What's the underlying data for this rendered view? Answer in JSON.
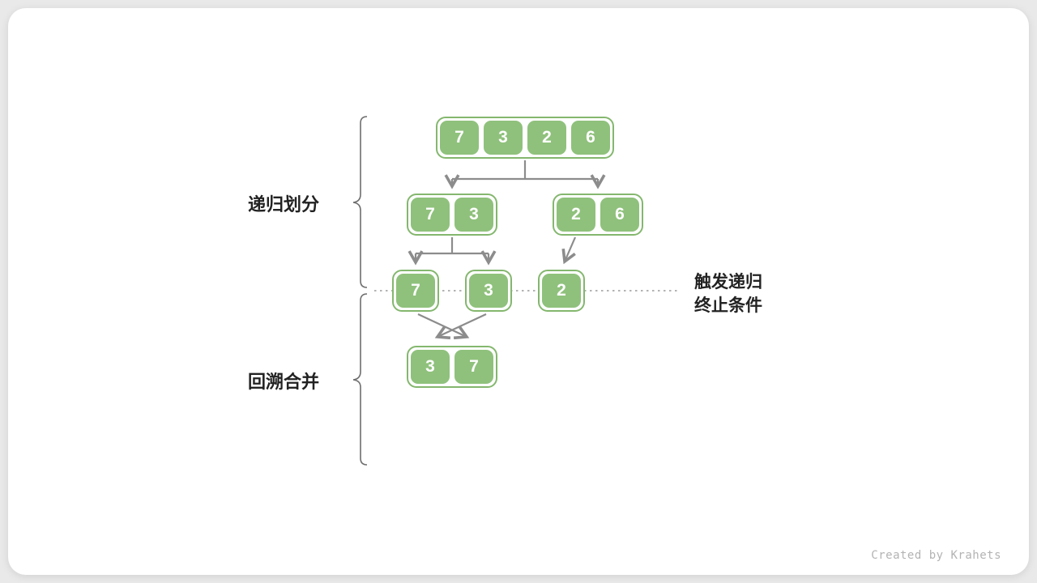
{
  "arrays": {
    "level1": [
      "7",
      "3",
      "2",
      "6"
    ],
    "level2_left": [
      "7",
      "3"
    ],
    "level2_right": [
      "2",
      "6"
    ],
    "level3_left": [
      "7"
    ],
    "level3_mid": [
      "3"
    ],
    "level3_right": [
      "2"
    ],
    "level4_merged": [
      "3",
      "7"
    ]
  },
  "labels": {
    "divide": "递归划分",
    "merge": "回溯合并",
    "terminate_line1": "触发递归",
    "terminate_line2": "终止条件"
  },
  "credit": "Created by Krahets",
  "colors": {
    "cell_fill": "#8FC17C",
    "cell_border": "#84B76E",
    "arrow": "#8C8C8C",
    "dotted_line": "#9A9A9A",
    "brace": "#6E6E6E"
  }
}
